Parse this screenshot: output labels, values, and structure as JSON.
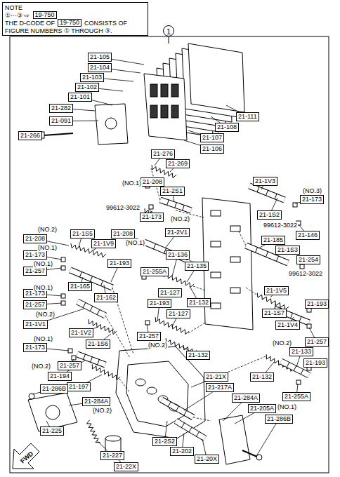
{
  "diagram": {
    "nodes": [
      {
        "text": [
          "NOTE",
          "①···③ ⇨",
          "THE D-CODE OF",
          "CONSISTS OF",
          "FIGURE NUMBERS ① THROUGH ③."
        ]
      },
      {
        "text": [
          "19-750"
        ],
        "in": 0
      },
      {
        "text": [
          "19-750"
        ],
        "in": 0
      },
      {
        "text": [
          "1"
        ]
      },
      {
        "text": [
          "21-105"
        ]
      },
      {
        "text": [
          "21-104"
        ]
      },
      {
        "text": [
          "21-103"
        ]
      },
      {
        "text": [
          "21-102"
        ]
      },
      {
        "text": [
          "21-101"
        ]
      },
      {
        "text": [
          "21-282"
        ]
      },
      {
        "text": [
          "21-091"
        ]
      },
      {
        "text": [
          "21-266"
        ]
      },
      {
        "text": [
          "21-111"
        ]
      },
      {
        "text": [
          "21-108"
        ]
      },
      {
        "text": [
          "21-107"
        ]
      },
      {
        "text": [
          "21-106"
        ]
      },
      {
        "text": [
          "21-276"
        ]
      },
      {
        "text": [
          "21-269"
        ]
      },
      {
        "text": [
          "21-208"
        ]
      },
      {
        "text": [
          "21-2S1"
        ]
      },
      {
        "text": [
          "21-173"
        ]
      },
      {
        "text": [
          "21-208"
        ]
      },
      {
        "text": [
          "21-2V1"
        ]
      },
      {
        "text": [
          "21-1V3"
        ]
      },
      {
        "text": [
          "21-173"
        ]
      },
      {
        "text": [
          "21-1S2"
        ]
      },
      {
        "text": [
          "21-146"
        ]
      },
      {
        "text": [
          "21-185"
        ]
      },
      {
        "text": [
          "21-1S3"
        ]
      },
      {
        "text": [
          "21-254"
        ]
      },
      {
        "text": [
          "21-1S5"
        ]
      },
      {
        "text": [
          "21-208"
        ]
      },
      {
        "text": [
          "21-1V9"
        ]
      },
      {
        "text": [
          "21-173"
        ]
      },
      {
        "text": [
          "21-257"
        ]
      },
      {
        "text": [
          "21-193"
        ]
      },
      {
        "text": [
          "21-136"
        ]
      },
      {
        "text": [
          "21-135"
        ]
      },
      {
        "text": [
          "21-255A"
        ]
      },
      {
        "text": [
          "21-165"
        ]
      },
      {
        "text": [
          "21-162"
        ]
      },
      {
        "text": [
          "21-173"
        ]
      },
      {
        "text": [
          "21-257"
        ]
      },
      {
        "text": [
          "21-1V1"
        ]
      },
      {
        "text": [
          "21-1V2"
        ]
      },
      {
        "text": [
          "21-1S6"
        ]
      },
      {
        "text": [
          "21-127"
        ]
      },
      {
        "text": [
          "21-132"
        ]
      },
      {
        "text": [
          "21-193"
        ]
      },
      {
        "text": [
          "21-127"
        ]
      },
      {
        "text": [
          "21-257"
        ]
      },
      {
        "text": [
          "21-132"
        ]
      },
      {
        "text": [
          "21-1V5"
        ]
      },
      {
        "text": [
          "21-1S7"
        ]
      },
      {
        "text": [
          "21-193"
        ]
      },
      {
        "text": [
          "21-1V4"
        ]
      },
      {
        "text": [
          "21-257"
        ]
      },
      {
        "text": [
          "21-133"
        ]
      },
      {
        "text": [
          "21-193"
        ]
      },
      {
        "text": [
          "21-132"
        ]
      },
      {
        "text": [
          "21-255A"
        ]
      },
      {
        "text": [
          "21-173"
        ]
      },
      {
        "text": [
          "21-257"
        ]
      },
      {
        "text": [
          "21-194"
        ]
      },
      {
        "text": [
          "21-197"
        ]
      },
      {
        "text": [
          "21-286B"
        ]
      },
      {
        "text": [
          "21-284A"
        ]
      },
      {
        "text": [
          "21-225"
        ]
      },
      {
        "text": [
          "21-227"
        ]
      },
      {
        "text": [
          "21-22X"
        ]
      },
      {
        "text": [
          "21-21X"
        ]
      },
      {
        "text": [
          "21-217A"
        ]
      },
      {
        "text": [
          "21-284A"
        ]
      },
      {
        "text": [
          "21-205A"
        ]
      },
      {
        "text": [
          "21-286B"
        ]
      },
      {
        "text": [
          "21-2S2"
        ]
      },
      {
        "text": [
          "21-202"
        ]
      },
      {
        "text": [
          "21-20X"
        ]
      }
    ],
    "labels": [
      "(NO.1)",
      "99612-3022",
      "(NO.2)",
      "(NO.1)",
      "(NO.3)",
      "99612-3022",
      "99612-3022",
      "(NO.2)",
      "(NO.1)",
      "(NO.1)",
      "(NO.1)",
      "(NO.2)",
      "(NO.2)",
      "(NO.2)",
      "(NO.1)",
      "(NO.2)",
      "(NO.2)",
      "(NO.1)",
      "FWD"
    ]
  }
}
